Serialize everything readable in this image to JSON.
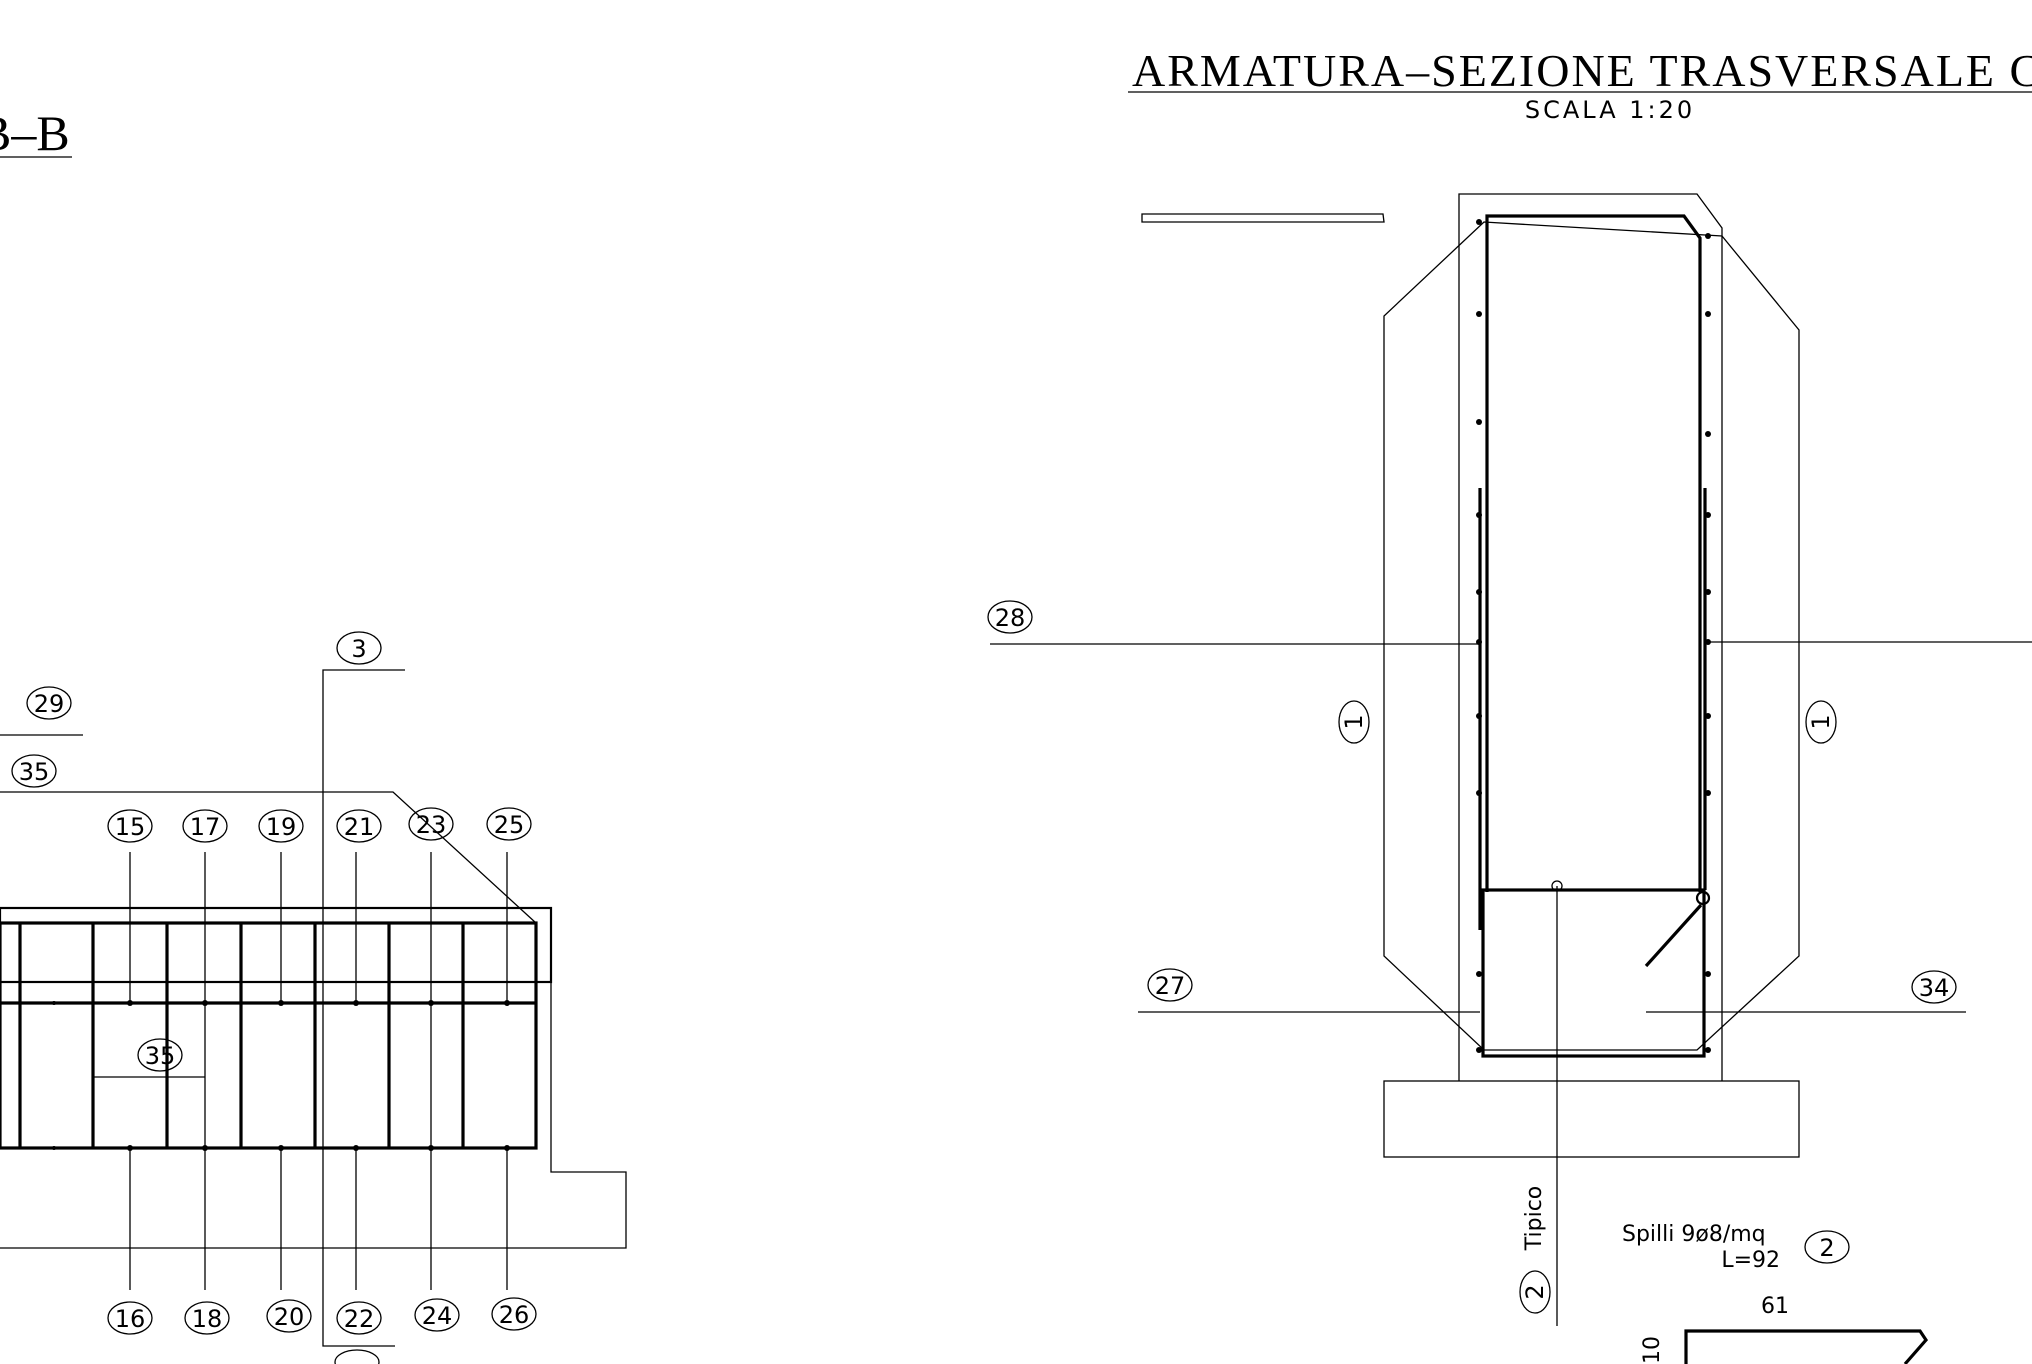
{
  "left_view": {
    "title_fragment": "B–B"
  },
  "right_view": {
    "title": "ARMATURA–SEZIONE TRASVERSALE C",
    "scale": "SCALA 1:20"
  },
  "tags": {
    "t3": "3",
    "t29": "29",
    "t35a": "35",
    "t35b": "35",
    "t15": "15",
    "t17": "17",
    "t19": "19",
    "t21": "21",
    "t23": "23",
    "t25": "25",
    "t16": "16",
    "t18": "18",
    "t20": "20",
    "t22": "22",
    "t24": "24",
    "t26": "26",
    "t28": "28",
    "t27": "27",
    "t34": "34",
    "t1a": "1",
    "t1b": "1",
    "t2a": "2",
    "t2b": "2"
  },
  "notes": {
    "tipico": "Tipico",
    "spilli": "Spilli 9ø8/mq",
    "length": "L=92",
    "dim_61": "61",
    "dim_10": "10"
  }
}
